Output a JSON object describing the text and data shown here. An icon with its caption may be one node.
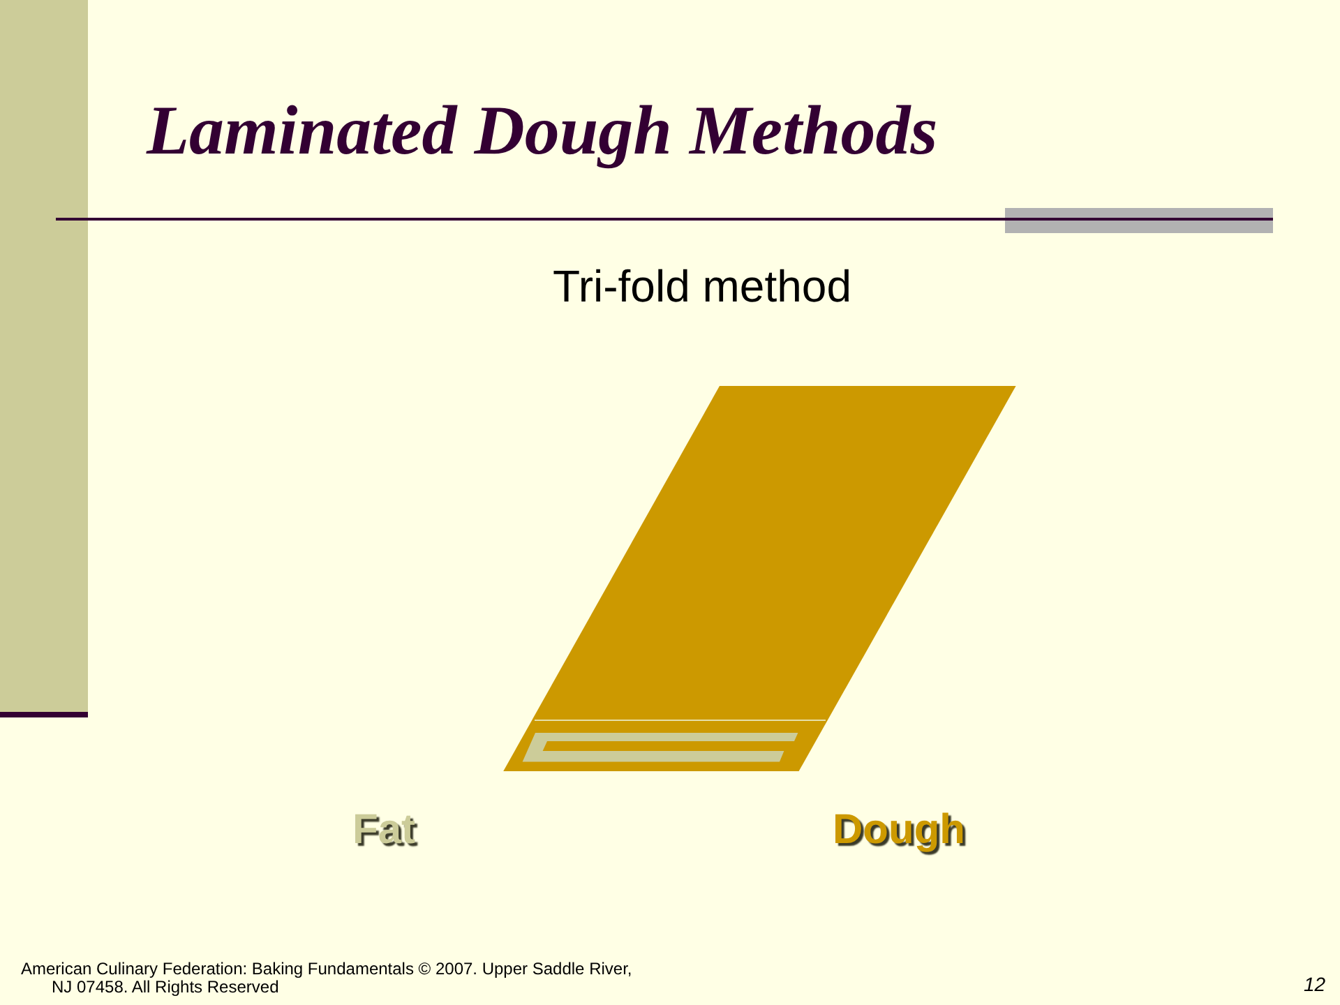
{
  "diagram": {
    "title": "Laminated Dough Methods",
    "labels": [
      "Tri-fold method",
      "Fat",
      "Dough",
      "American Culinary Federation: Baking Fundamentals © 2007. Upper Saddle River, NJ 07458. All Rights Reserved",
      "12"
    ]
  }
}
